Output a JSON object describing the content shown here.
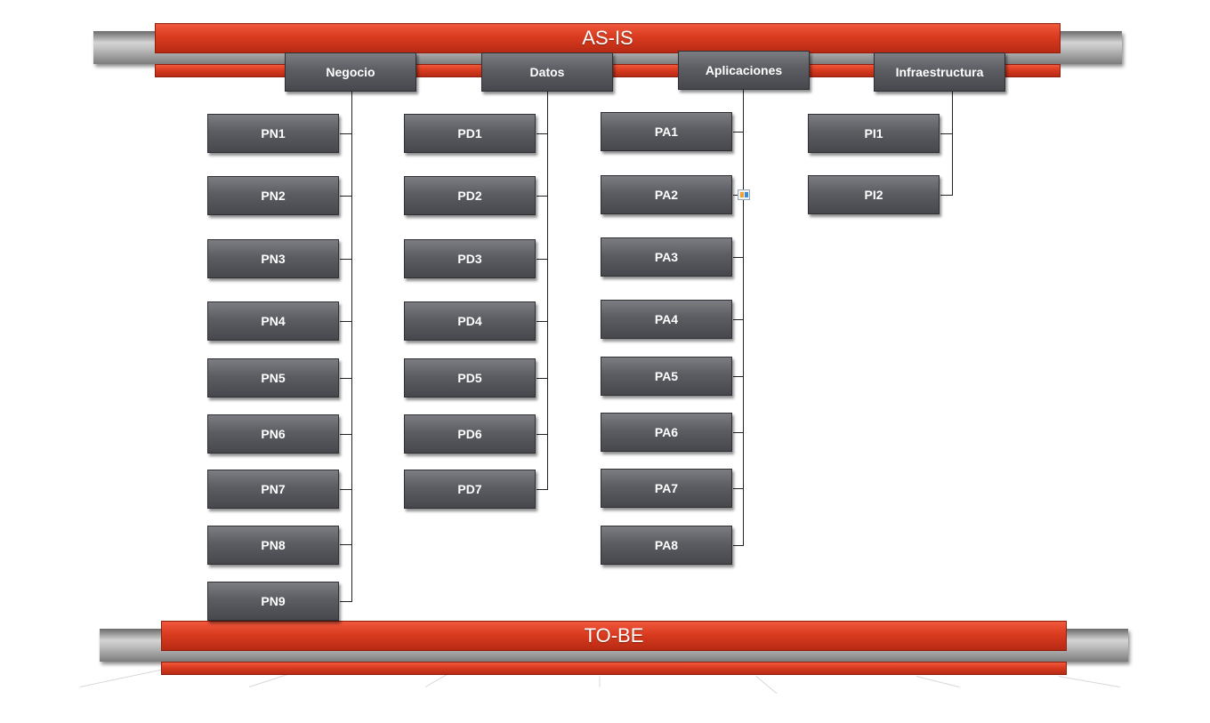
{
  "banners": {
    "top_title": "AS-IS",
    "bottom_title": "TO-BE"
  },
  "columns": [
    {
      "header": "Negocio",
      "items": [
        "PN1",
        "PN2",
        "PN3",
        "PN4",
        "PN5",
        "PN6",
        "PN7",
        "PN8",
        "PN9"
      ]
    },
    {
      "header": "Datos",
      "items": [
        "PD1",
        "PD2",
        "PD3",
        "PD4",
        "PD5",
        "PD6",
        "PD7"
      ]
    },
    {
      "header": "Aplicaciones",
      "items": [
        "PA1",
        "PA2",
        "PA3",
        "PA4",
        "PA5",
        "PA6",
        "PA7",
        "PA8"
      ]
    },
    {
      "header": "Infraestructura",
      "items": [
        "PI1",
        "PI2"
      ]
    }
  ],
  "colors": {
    "banner_red": "#d93b1f",
    "node_gray": "#5b5d62",
    "connector": "#222222"
  }
}
